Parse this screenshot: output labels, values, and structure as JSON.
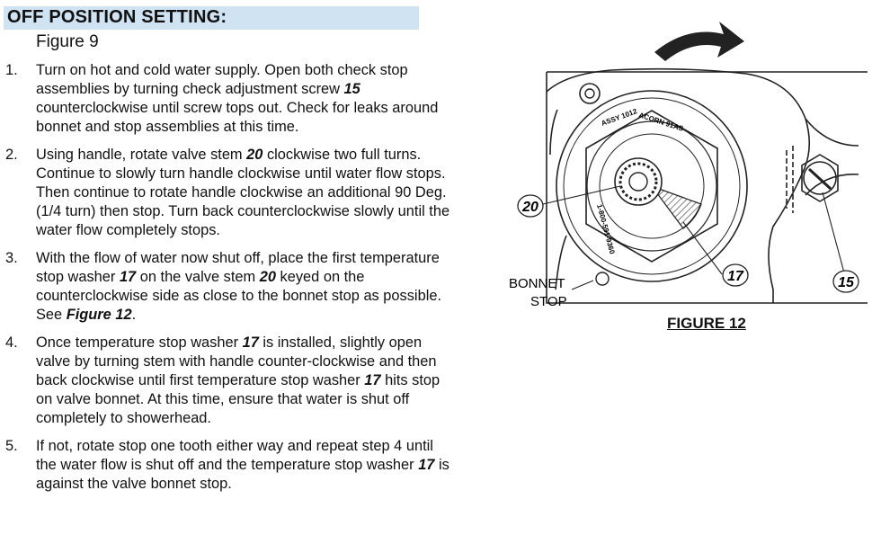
{
  "section": {
    "title": "OFF POSITION SETTING:",
    "subtitle": "Figure 9"
  },
  "steps": [
    {
      "number": "1.",
      "parts": [
        {
          "text": "Turn on hot and cold water supply. Open both check stop assemblies by turning check adjustment screw ",
          "style": "normal"
        },
        {
          "text": "15",
          "style": "bold-italic"
        },
        {
          "text": " counterclockwise until screw tops out. Check for leaks around bonnet and stop assemblies at this time.",
          "style": "normal"
        }
      ]
    },
    {
      "number": "2.",
      "parts": [
        {
          "text": "Using handle, rotate valve stem ",
          "style": "normal"
        },
        {
          "text": "20",
          "style": "bold-italic"
        },
        {
          "text": " clockwise two full turns. Continue to slowly turn handle clockwise until water flow stops. Then continue to rotate handle clockwise an additional 90 Deg. (1/4 turn) then stop. Turn back counterclockwise slowly until the water flow completely stops.",
          "style": "normal"
        }
      ]
    },
    {
      "number": "3.",
      "parts": [
        {
          "text": "With the flow of water now shut off, place the first temperature stop washer ",
          "style": "normal"
        },
        {
          "text": "17",
          "style": "bold-italic"
        },
        {
          "text": " on the valve stem ",
          "style": "normal"
        },
        {
          "text": "20",
          "style": "bold-italic"
        },
        {
          "text": " keyed on the counterclockwise side as close to the bonnet stop as possible. See ",
          "style": "normal"
        },
        {
          "text": "Figure 12",
          "style": "bold-italic"
        },
        {
          "text": ".",
          "style": "normal"
        }
      ]
    },
    {
      "number": "4.",
      "parts": [
        {
          "text": "Once temperature stop washer ",
          "style": "normal"
        },
        {
          "text": "17",
          "style": "bold-italic"
        },
        {
          "text": " is installed, slightly open valve by turning stem with handle counter-clockwise and then back clockwise until first temperature stop washer ",
          "style": "normal"
        },
        {
          "text": "17",
          "style": "bold-italic"
        },
        {
          "text": " hits stop on valve bonnet. At this time, ensure that water is shut off completely to showerhead.",
          "style": "normal"
        }
      ]
    },
    {
      "number": "5.",
      "parts": [
        {
          "text": "If not, rotate stop one tooth either way and repeat step 4 until the water flow is shut off and the temperature stop washer ",
          "style": "normal"
        },
        {
          "text": "17",
          "style": "bold-italic"
        },
        {
          "text": " is against the valve bonnet stop.",
          "style": "normal"
        }
      ]
    }
  ],
  "figure": {
    "caption": "FIGURE 12",
    "callouts": {
      "stem": "20",
      "washer": "17",
      "screw": "15"
    },
    "bonnet_label_line1": "BONNET",
    "bonnet_label_line2": "STOP",
    "valve_markings": {
      "part_number": "ASSY 1012",
      "brand": "ACORN 91AS",
      "phone": "1-800-591-9360"
    }
  }
}
